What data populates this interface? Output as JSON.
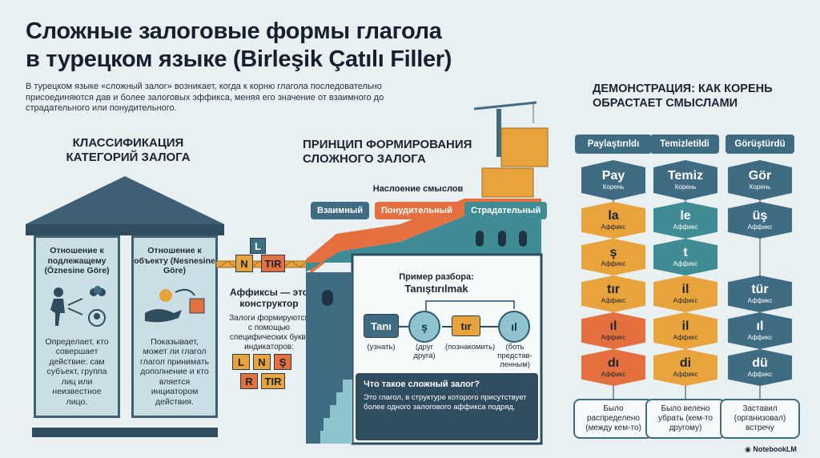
{
  "title_line1": "Сложные залоговые формы глагола",
  "title_line2": "в турецком языке (Birleşik Çatılı Filler)",
  "intro": "В турецком языке «сложный залог» возникает, когда к корню глагола последовательно присоединяются дав и более залоговых эффикса, меняя его значение от взаимного до страдательного или понудительного.",
  "classification": {
    "heading": "КЛАССИФИКАЦИЯ КАТЕГОРИЙ ЗАЛОГА",
    "left": {
      "head": "Отношение к подлежащему (Öznesine Göre)",
      "body": "Определает, кто совершает действие: сам субъект, группа лиц или неизвестное лицо."
    },
    "right": {
      "head": "Отношение к объекту (Nesnesine Göre)",
      "body": "Показывает, может ли глагол глагол принимать дополнение и кто вляется инциатором действия."
    }
  },
  "affixes": {
    "crane_letters": [
      "L",
      "N",
      "TIR"
    ],
    "heading": "Аффиксы — это конструктор",
    "body": "Залоги формируются с помощью специфических букв-индикаторов:",
    "indicators": [
      "L",
      "N",
      "Ş",
      "R",
      "TIR"
    ]
  },
  "principle": {
    "heading": "ПРИНЦИП ФОРМИРОВАНИЯ СЛОЖНОГО ЗАЛОГА",
    "layering": "Наслоение смыслов",
    "labels": [
      "Взаимный",
      "Понудительный",
      "Страдательный"
    ],
    "example_title": "Пример разбора:",
    "example_word": "Tanıştırılmak",
    "parts": [
      {
        "part": "Tanı",
        "gloss": "(узнать)"
      },
      {
        "part": "ş",
        "gloss": "(друг друга)"
      },
      {
        "part": "tır",
        "gloss": "(познакомить)"
      },
      {
        "part": "ıl",
        "gloss": "(боть представ-ленным)"
      }
    ],
    "what_title": "Что такое сложный залог?",
    "what_body": "Это глагол, в структуре которого присутствует более одного залогового аффикса подряд."
  },
  "demo": {
    "heading": "ДЕМОНСТРАЦИЯ: КАК КОРЕНЬ ОБРАСТАЕТ СМЫСЛАМИ",
    "root_label": "Корень",
    "affix_label": "Аффикс",
    "columns": [
      {
        "word": "Paylaştırıldı",
        "root": "Pay",
        "affixes": [
          "la",
          "ş",
          "tır",
          "ıl",
          "dı"
        ],
        "result": "Было распределено (между кем-то)"
      },
      {
        "word": "Temizletildi",
        "root": "Temiz",
        "affixes": [
          "le",
          "t",
          "il",
          "il",
          "di"
        ],
        "result": "Было велено убрать (кем-то другому)"
      },
      {
        "word": "Görüştürdü",
        "root": "Gör",
        "affixes": [
          "üş",
          "tür",
          "ıl",
          "dü"
        ],
        "result": "Заставил (организовал) встречу"
      }
    ]
  },
  "watermark": "NotebookLM",
  "colors": {
    "teal": "#3f6c82",
    "orange": "#e8a33c",
    "red": "#e3703e",
    "bg": "#e9f0f2"
  }
}
